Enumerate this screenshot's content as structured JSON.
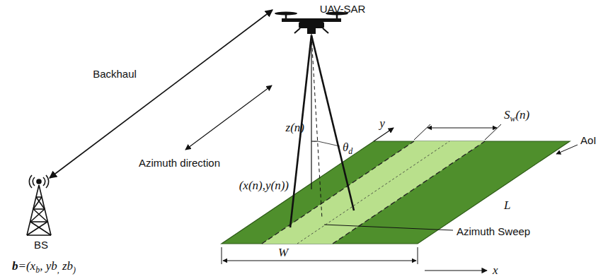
{
  "diagram": {
    "labels": [
      "UAV-SAR",
      "Backhaul",
      "z(n)",
      "θd",
      "Azimuth direction",
      "(x(n),y(n))",
      "y",
      "Sw(n)",
      "AoI",
      "L",
      "Azimuth Sweep",
      "BS",
      "W",
      "x",
      "b=(xb, yb, zb)"
    ]
  }
}
